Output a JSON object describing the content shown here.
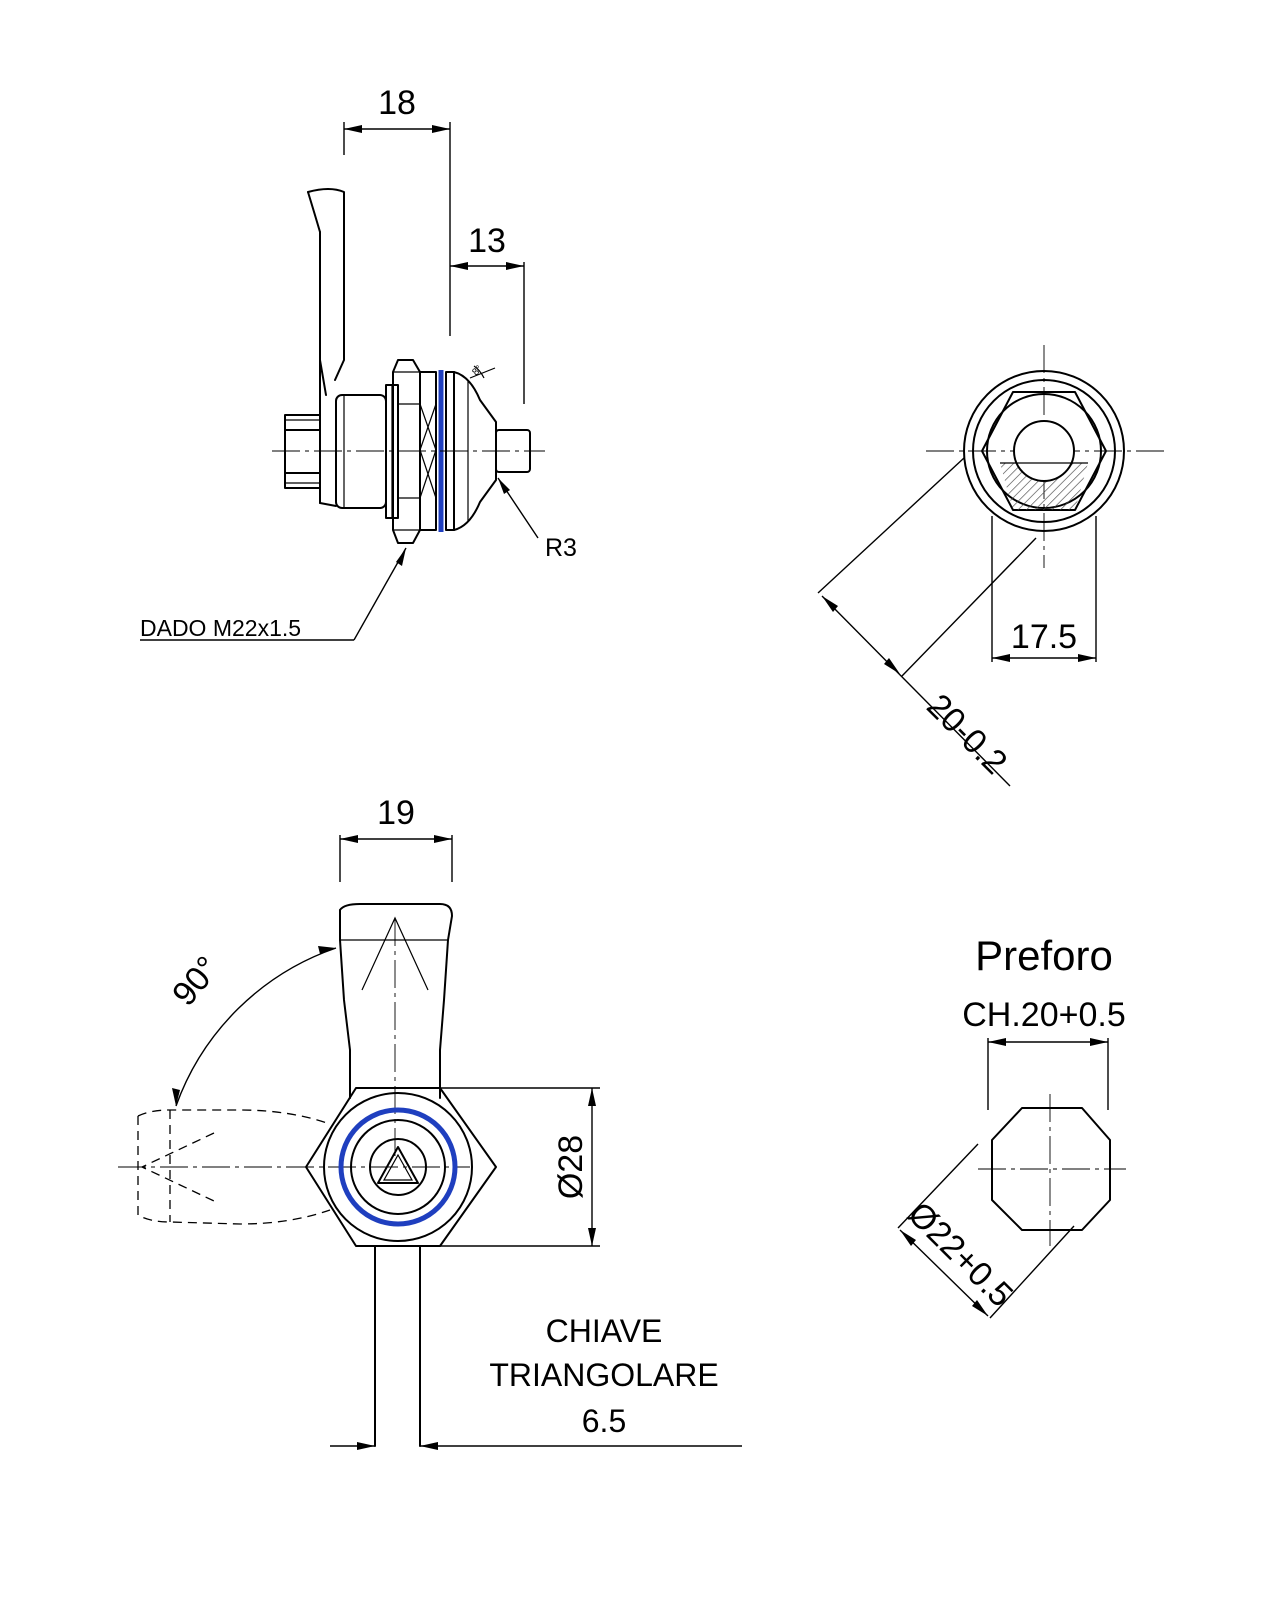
{
  "labels": {
    "dim_18": "18",
    "dim_13": "13",
    "dim_8deg": "8°",
    "r3": "R3",
    "dado": "DADO M22x1.5",
    "dim_17_5": "17.5",
    "dim_20": "20-0.2",
    "dim_19": "19",
    "angle_90": "90°",
    "dim_28": "Ø28",
    "chiave_line1": "CHIAVE",
    "chiave_line2": "TRIANGOLARE",
    "chiave_line3": "6.5",
    "preforo_title": "Preforo",
    "preforo_ch": "CH.20+0.5",
    "preforo_dia": "Ø22+0.5"
  },
  "colors": {
    "line": "#000000",
    "gasket": "#1f3fbf",
    "hatch": "#444444"
  }
}
